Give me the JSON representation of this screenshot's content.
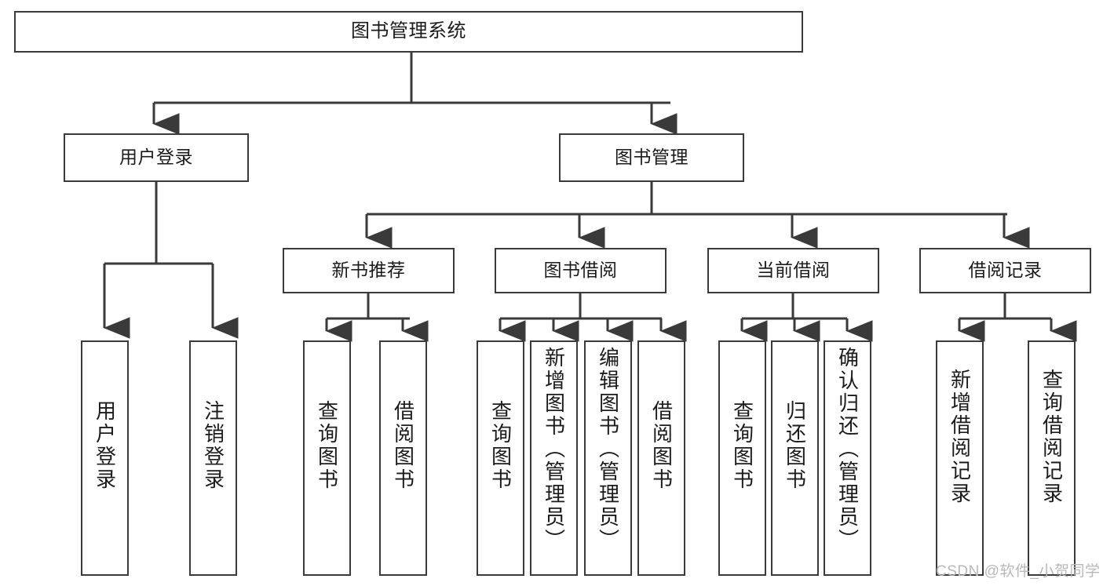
{
  "diagram": {
    "title": "图书管理系统",
    "type": "tree-hierarchy",
    "watermark": "CSDN @软件_小贺同学",
    "colors": {
      "background": "#ffffff",
      "box_border": "#3a3a3a",
      "box_fill": "#ffffff",
      "text": "#1b1b1b",
      "edge": "#3a3a3a",
      "watermark": "#b9b9b9"
    },
    "nodes": {
      "root": {
        "label": "图书管理系统",
        "level": 1,
        "orientation": "horizontal"
      },
      "l2": [
        {
          "id": "user-login",
          "label": "用户登录",
          "orientation": "horizontal"
        },
        {
          "id": "book-management",
          "label": "图书管理",
          "orientation": "horizontal"
        }
      ],
      "l3": [
        {
          "id": "new-book-recommend",
          "label": "新书推荐",
          "orientation": "horizontal"
        },
        {
          "id": "book-borrow",
          "label": "图书借阅",
          "orientation": "horizontal"
        },
        {
          "id": "current-borrow",
          "label": "当前借阅",
          "orientation": "horizontal"
        },
        {
          "id": "borrow-record",
          "label": "借阅记录",
          "orientation": "horizontal"
        }
      ],
      "leaves": [
        {
          "id": "leaf-user-login",
          "label": "用户登录",
          "parent": "user-login",
          "orientation": "vertical"
        },
        {
          "id": "leaf-logout-login",
          "label": "注销登录",
          "parent": "user-login",
          "orientation": "vertical"
        },
        {
          "id": "leaf-query-book-1",
          "label": "查询图书",
          "parent": "new-book-recommend",
          "orientation": "vertical"
        },
        {
          "id": "leaf-borrow-book-1",
          "label": "借阅图书",
          "parent": "new-book-recommend",
          "orientation": "vertical"
        },
        {
          "id": "leaf-query-book-2",
          "label": "查询图书",
          "parent": "book-borrow",
          "orientation": "vertical"
        },
        {
          "id": "leaf-add-book",
          "label": "新增图书（管理员）",
          "parent": "book-borrow",
          "orientation": "vertical"
        },
        {
          "id": "leaf-edit-book",
          "label": "编辑图书（管理员）",
          "parent": "book-borrow",
          "orientation": "vertical"
        },
        {
          "id": "leaf-borrow-book-2",
          "label": "借阅图书",
          "parent": "book-borrow",
          "orientation": "vertical"
        },
        {
          "id": "leaf-query-book-3",
          "label": "查询图书",
          "parent": "current-borrow",
          "orientation": "vertical"
        },
        {
          "id": "leaf-return-book",
          "label": "归还图书",
          "parent": "current-borrow",
          "orientation": "vertical"
        },
        {
          "id": "leaf-confirm-return",
          "label": "确认归还（管理员）",
          "parent": "current-borrow",
          "orientation": "vertical"
        },
        {
          "id": "leaf-add-record",
          "label": "新增借阅记录",
          "parent": "borrow-record",
          "orientation": "vertical"
        },
        {
          "id": "leaf-query-record",
          "label": "查询借阅记录",
          "parent": "borrow-record",
          "orientation": "vertical"
        }
      ]
    }
  }
}
